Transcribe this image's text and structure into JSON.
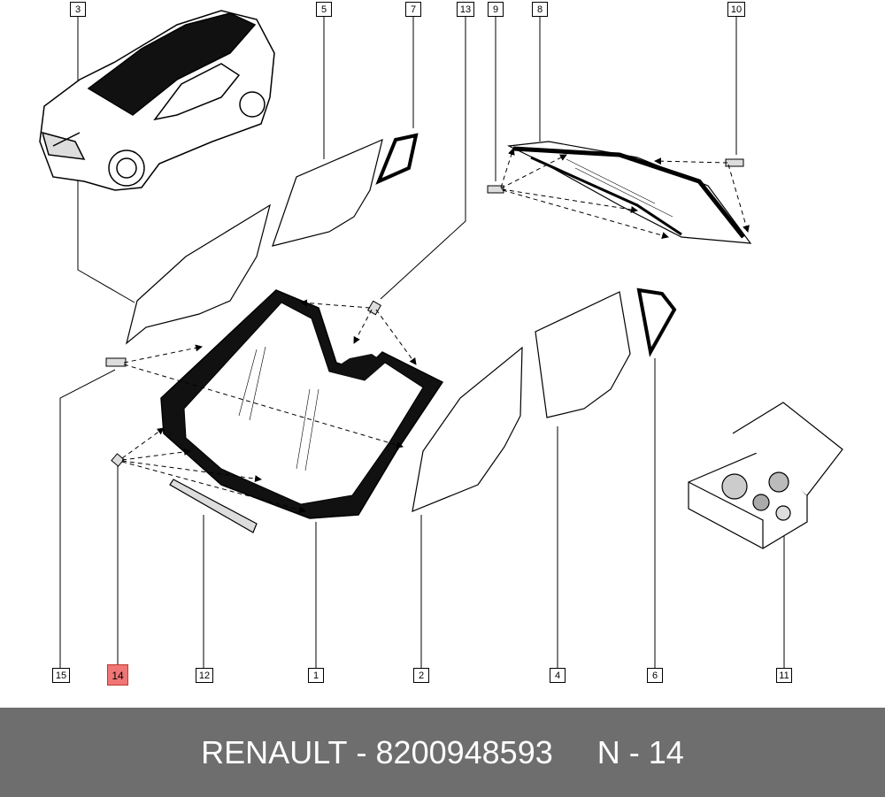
{
  "callouts": {
    "c3": "3",
    "c5": "5",
    "c7": "7",
    "c13": "13",
    "c9": "9",
    "c8": "8",
    "c10": "10",
    "c15": "15",
    "c14": "14",
    "c12": "12",
    "c1": "1",
    "c2": "2",
    "c4": "4",
    "c6": "6",
    "c11": "11"
  },
  "highlighted": "14",
  "colors": {
    "highlight": "#f07575",
    "footer_bg": "#6e6e6e",
    "footer_text": "#ffffff"
  },
  "footer": {
    "brand": "RENAULT",
    "sep1": " - ",
    "part_number": "8200948593",
    "gap": "     ",
    "position": "N - 14"
  }
}
